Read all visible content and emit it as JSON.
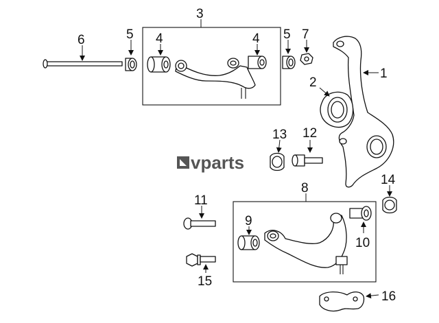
{
  "watermark": {
    "brand_text": "vparts"
  },
  "callouts": {
    "c1": "1",
    "c2": "2",
    "c3": "3",
    "c4a": "4",
    "c4b": "4",
    "c5a": "5",
    "c5b": "5",
    "c6": "6",
    "c7": "7",
    "c8": "8",
    "c9": "9",
    "c10": "10",
    "c11": "11",
    "c12": "12",
    "c13": "13",
    "c14": "14",
    "c15": "15",
    "c16": "16"
  }
}
